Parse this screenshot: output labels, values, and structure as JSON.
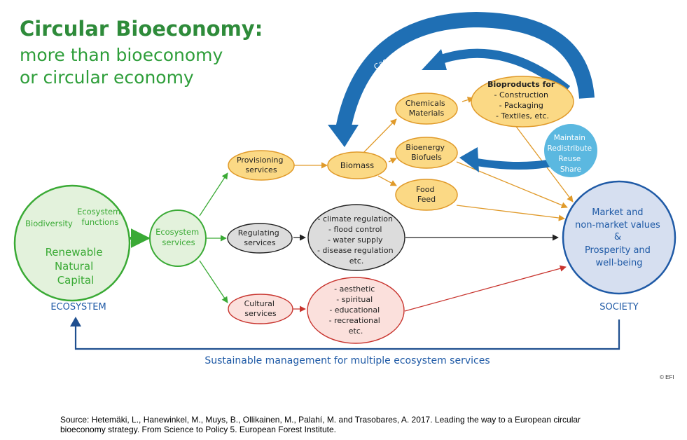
{
  "title": {
    "main": "Circular Bioeconomy:",
    "line2": "more than bioeconomy",
    "line3": "or circular economy"
  },
  "nodes": {
    "natural_capital": {
      "biodiversity": "Biodiversity",
      "ecosystem_functions": [
        "Ecosystem",
        "functions"
      ],
      "label": [
        "Renewable",
        "Natural",
        "Capital"
      ]
    },
    "ecosystem_label": "ECOSYSTEM",
    "ecosystem_services": [
      "Ecosystem",
      "services"
    ],
    "provisioning": [
      "Provisioning",
      "services"
    ],
    "regulating": [
      "Regulating",
      "services"
    ],
    "cultural": [
      "Cultural",
      "services"
    ],
    "biomass": "Biomass",
    "chemicals": [
      "Chemicals",
      "Materials"
    ],
    "bioenergy": [
      "Bioenergy",
      "Biofuels"
    ],
    "food": [
      "Food",
      "Feed"
    ],
    "bioproducts": [
      "Bioproducts for",
      "- Construction",
      "- Packaging",
      "- Textiles, etc."
    ],
    "maintain": [
      "Maintain",
      "Redistribute",
      "Reuse",
      "Share"
    ],
    "regulation_list": [
      "- climate regulation",
      "- flood control",
      "- water supply",
      "- disease regulation",
      "etc."
    ],
    "cultural_list": [
      "- aesthetic",
      "- spiritual",
      "- educational",
      "- recreational",
      "etc."
    ],
    "society": [
      "Market and",
      "non-market values",
      "&",
      "Prosperity and",
      "well-being"
    ],
    "society_label": "SOCIETY"
  },
  "cascade_label": "Cascading, Composting, Recycling, Remanufacturing",
  "management_label": "Sustainable management for multiple ecosystem services",
  "copyright": "© EFI",
  "source": "Source: Hetemäki, L., Hanewinkel, M., Muys, B., Ollikainen, M., Palahí, M. and Trasobares, A. 2017. Leading the way to a European circular bioeconomy strategy. From Science to Policy 5. European Forest Institute.",
  "colors": {
    "green": "#3aaa35",
    "green_fill": "#e3f2dc",
    "orange": "#e09a2a",
    "orange_fill": "#fbd985",
    "gray_fill": "#dcdcdc",
    "red": "#c8342e",
    "red_fill": "#fbe0dc",
    "blue_dark": "#1f5aa6",
    "blue_fill": "#d6dff0",
    "light_blue": "#5bb8e0"
  }
}
